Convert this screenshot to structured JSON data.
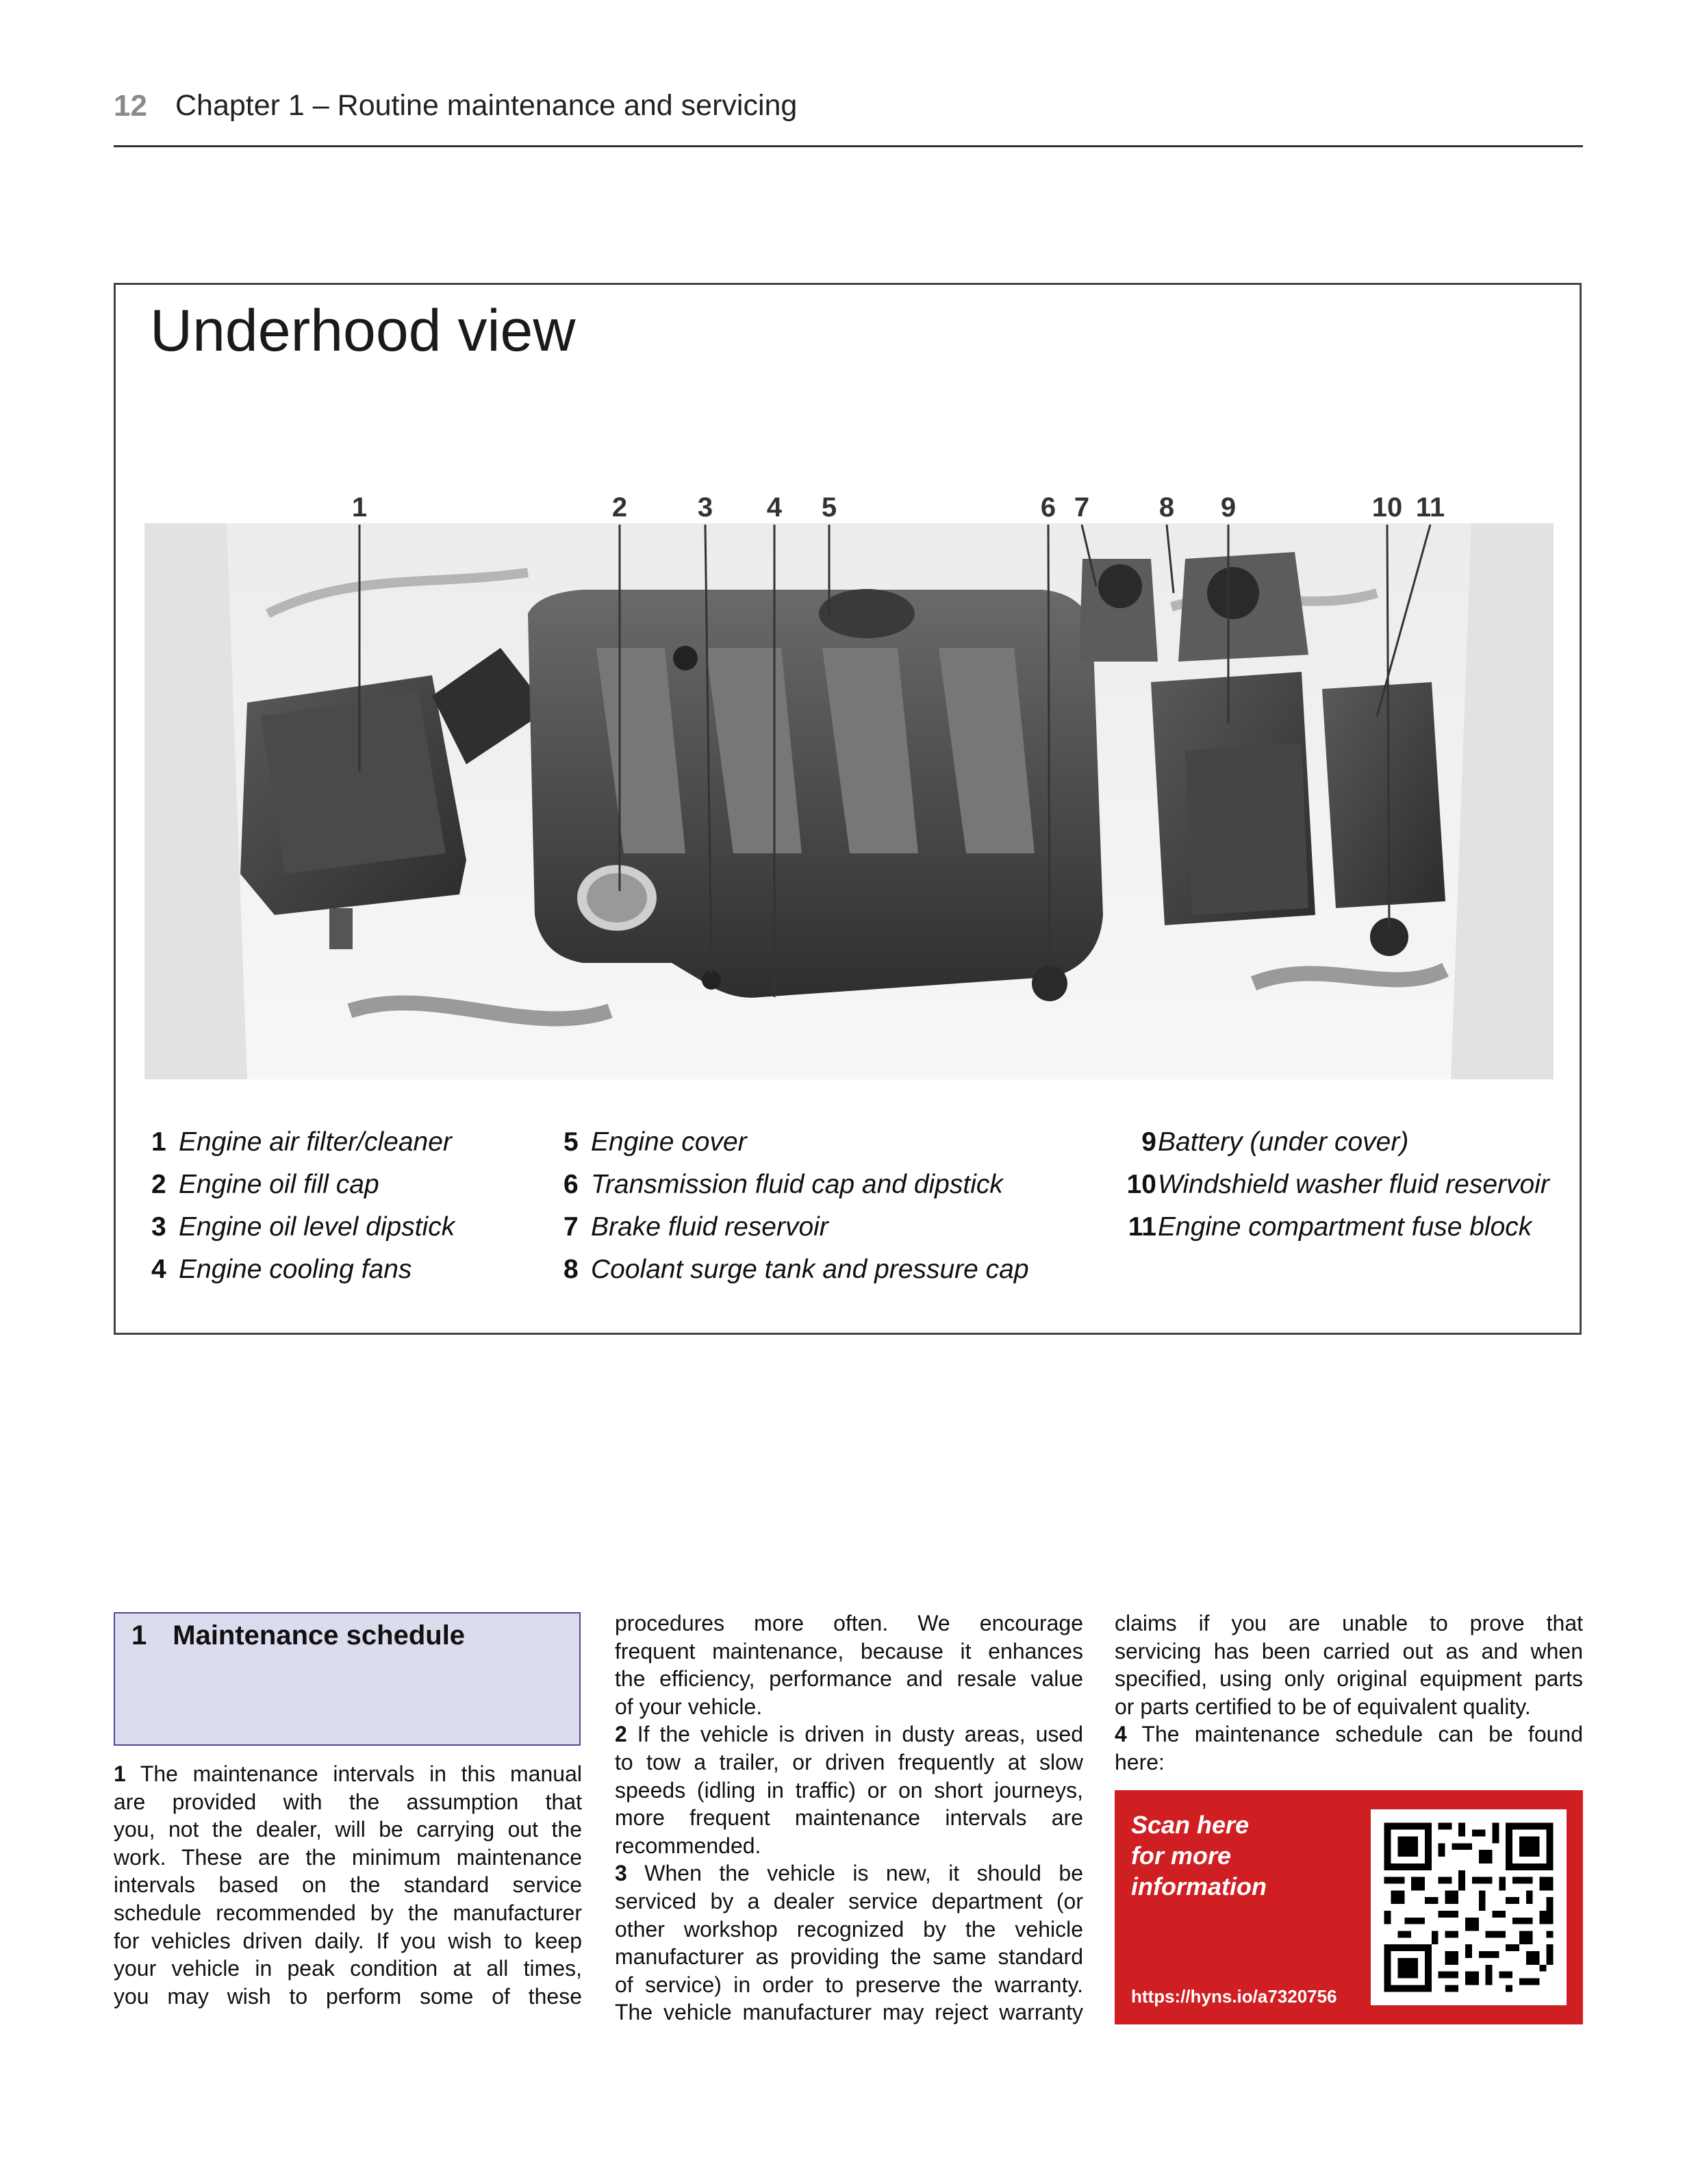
{
  "header": {
    "page_number": "12",
    "chapter_title": "Chapter 1 – Routine maintenance and servicing"
  },
  "figure": {
    "title": "Underhood view",
    "callouts": [
      "1",
      "2",
      "3",
      "4",
      "5",
      "6",
      "7",
      "8",
      "9",
      "10",
      "11"
    ],
    "legend_col1": [
      {
        "num": "1",
        "label": "Engine air filter/cleaner"
      },
      {
        "num": "2",
        "label": "Engine oil fill cap"
      },
      {
        "num": "3",
        "label": "Engine oil level dipstick"
      },
      {
        "num": "4",
        "label": "Engine cooling fans"
      }
    ],
    "legend_col2": [
      {
        "num": "5",
        "label": "Engine cover"
      },
      {
        "num": "6",
        "label": "Transmission fluid cap and dipstick"
      },
      {
        "num": "7",
        "label": "Brake fluid reservoir"
      },
      {
        "num": "8",
        "label": "Coolant surge tank and pressure cap"
      }
    ],
    "legend_col3": [
      {
        "num": "9",
        "label": "Battery (under cover)"
      },
      {
        "num": "10",
        "label": "Windshield washer fluid reservoir"
      },
      {
        "num": "11",
        "label": "Engine compartment fuse block"
      }
    ]
  },
  "section": {
    "number": "1",
    "title": "Maintenance schedule"
  },
  "paragraphs": {
    "p1_num": "1",
    "p1_lines": [
      "The maintenance intervals in this manual",
      "are provided with the assumption that",
      "you, not the dealer, will be carrying out the",
      "work. These are the minimum maintenance",
      "intervals based on the standard service",
      "schedule recommended by the manufacturer",
      "for vehicles driven daily. If you wish to keep",
      "your vehicle in peak condition at all times,",
      "you may wish to perform some of these"
    ],
    "col2_lines": [
      "procedures more often. We encourage",
      "frequent maintenance, because it enhances",
      "the efficiency, performance and resale value",
      "of your vehicle."
    ],
    "p2_num": "2",
    "p2_lines": [
      "If the vehicle is driven in dusty areas, used",
      "to tow a trailer, or driven frequently at slow",
      "speeds (idling in traffic) or on short journeys,",
      "more frequent maintenance intervals are",
      "recommended."
    ],
    "p3_num": "3",
    "p3_lines": [
      "When the vehicle is new, it should be",
      "serviced by a dealer service department (or",
      "other workshop recognized by the vehicle",
      "manufacturer as providing the same standard",
      "of service) in order to preserve the warranty.",
      "The vehicle manufacturer may reject warranty"
    ],
    "col3_lines": [
      "claims if you are unable to prove that",
      "servicing has been carried out as and when",
      "specified, using only original equipment parts",
      "or parts certified to be of equivalent quality."
    ],
    "p4_num": "4",
    "p4_lines": [
      "The maintenance schedule can be found",
      "here:"
    ]
  },
  "qr_box": {
    "line1": "Scan here",
    "line2": "for more",
    "line3": "information",
    "url": "https://hyns.io/a7320756",
    "color": "#d01f23"
  }
}
